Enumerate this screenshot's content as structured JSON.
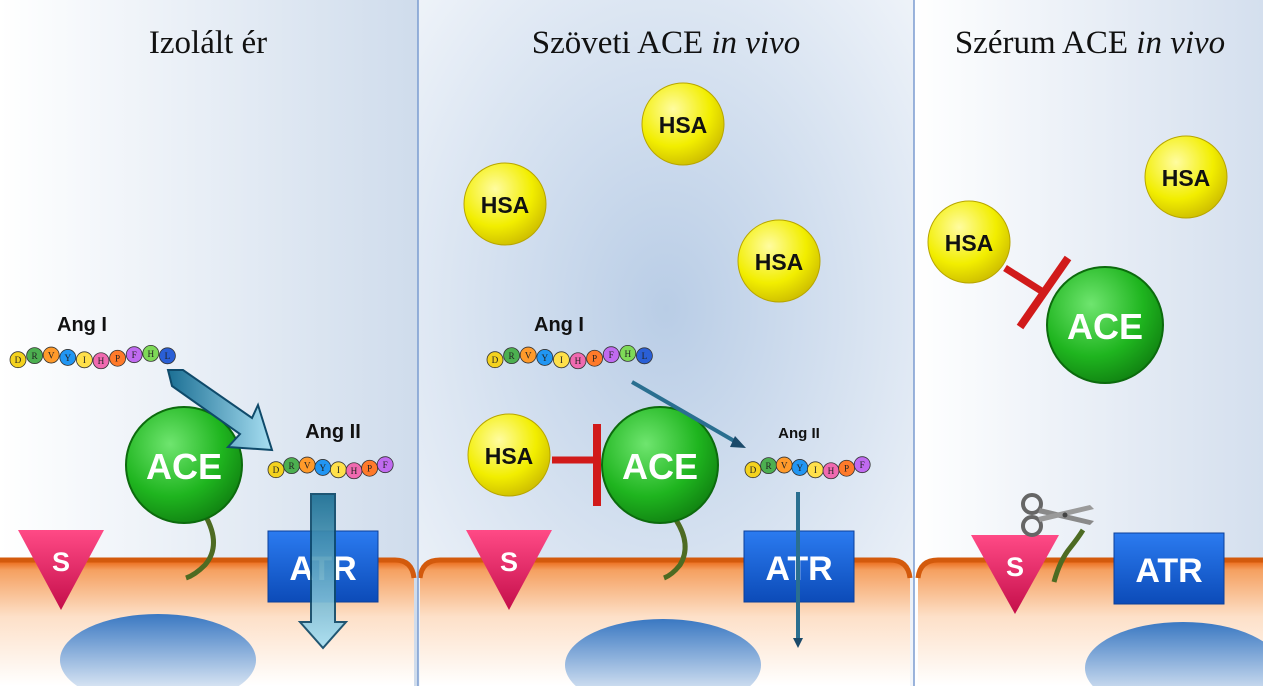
{
  "panels": [
    {
      "title": "Izolált ér",
      "title_italic": "",
      "ang1": "Ang I",
      "ang2": "Ang II",
      "ace": "ACE",
      "s": "S",
      "atr": "ATR",
      "hsa": []
    },
    {
      "title": "Szöveti ACE ",
      "title_italic": "in vivo",
      "ang1": "Ang I",
      "ang2": "Ang II",
      "ace": "ACE",
      "s": "S",
      "atr": "ATR",
      "hsa": [
        "HSA",
        "HSA",
        "HSA",
        "HSA"
      ]
    },
    {
      "title": "Szérum ACE ",
      "title_italic": "in vivo",
      "ace": "ACE",
      "s": "S",
      "atr": "ATR",
      "hsa": [
        "HSA",
        "HSA"
      ]
    }
  ],
  "peptides": {
    "ang1": [
      "D",
      "R",
      "V",
      "Y",
      "I",
      "H",
      "P",
      "F",
      "H",
      "L"
    ],
    "ang2": [
      "D",
      "R",
      "V",
      "Y",
      "I",
      "H",
      "P",
      "F"
    ]
  },
  "colors": {
    "ace": "#1fb51f",
    "hsa": "#f2ee00",
    "s_triangle": "#e8175d",
    "atr": "#1565d8",
    "membrane": "#f28a3c",
    "nucleus": "#3a78c2",
    "inhibition": "#d11a1a",
    "divider": "#7b9bd0",
    "residues": [
      "#f4d21e",
      "#4caf50",
      "#ff9a2a",
      "#2196f3",
      "#ffe04a",
      "#f06ab0",
      "#ff7a2a",
      "#c06af0",
      "#7ed957",
      "#2a5fd6"
    ]
  }
}
